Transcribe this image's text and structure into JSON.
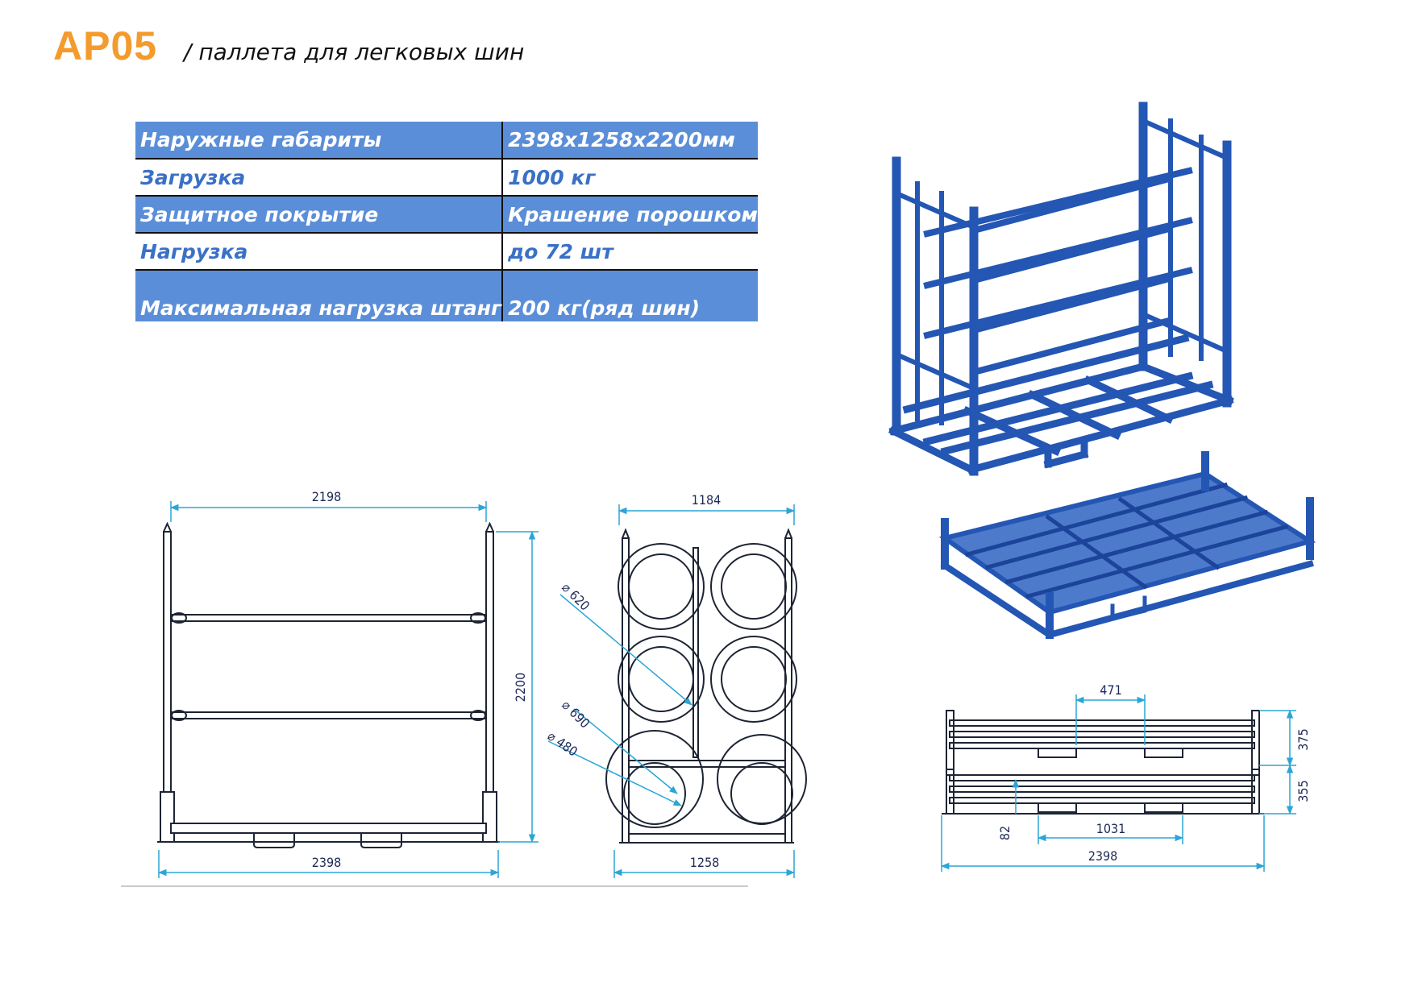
{
  "header": {
    "code": "AP05",
    "subtitle": "/ паллета для легковых шин"
  },
  "specs": [
    {
      "label": "Наружные габариты",
      "value": "2398x1258x2200мм",
      "band": true
    },
    {
      "label": "Загрузка",
      "value": "1000 кг",
      "band": false
    },
    {
      "label": "Защитное покрытие",
      "value": "Крашение порошком",
      "band": true
    },
    {
      "label": "Нагрузка",
      "value": "до 72 шт",
      "band": false
    },
    {
      "label": "Максимальная нагрузка штанг",
      "value": "200 кг(ряд шин)",
      "band": true
    }
  ],
  "drawings": {
    "front": {
      "top_width": "2198",
      "height": "2200",
      "base_width": "2398"
    },
    "side": {
      "top_width": "1184",
      "d1": "⌀ 620",
      "d2": "⌀ 690",
      "d3": "⌀ 480",
      "base_width": "1258"
    },
    "stacked": {
      "handle_width": "471",
      "h1": "375",
      "h2": "355",
      "foot": "82",
      "inner": "1031",
      "total": "2398"
    }
  },
  "colors": {
    "accent": "#f39b2c",
    "table_band": "#5b8ed8",
    "table_text": "#3a70c6",
    "rack_blue": "#2456b4",
    "dimension": "#2aa5d6"
  }
}
